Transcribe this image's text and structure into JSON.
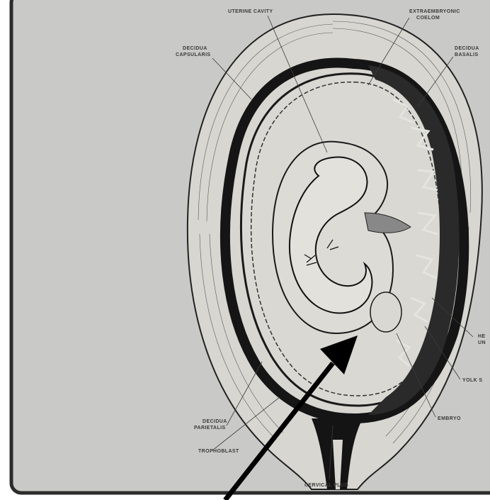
{
  "labels": {
    "uterine_cavity": "UTERINE CAVITY",
    "extraembryonic_coelom_1": "EXTRAEMBRYONIC",
    "extraembryonic_coelom_2": "COELOM",
    "decidua_capsularis_1": "DECIDUA",
    "decidua_capsularis_2": "CAPSULARIS",
    "decidua_basalis_1": "DECIDUA",
    "decidua_basalis_2": "BASALIS",
    "decidua_parietalis_1": "DECIDUA",
    "decidua_parietalis_2": "PARIETALIS",
    "trophoblast": "TROPHOBLAST",
    "embryo": "EMBRYO",
    "yolk_sac": "YOLK S",
    "umbilical_1": "HE",
    "umbilical_2": "UN",
    "cervical_plug": "CERVICAL PLUG"
  },
  "colors": {
    "background": "#c9c9c7",
    "border": "#2b2b2b",
    "ink": "#1c1c1c",
    "arrow": "#000000"
  }
}
